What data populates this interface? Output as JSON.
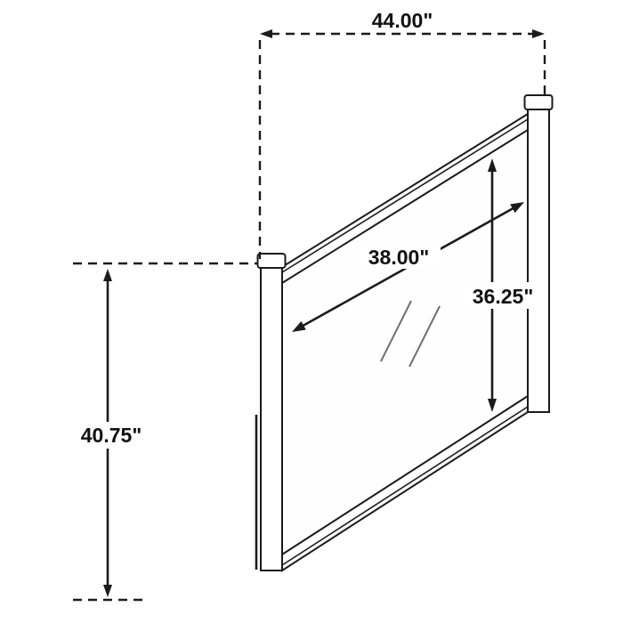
{
  "diagram": {
    "kind": "furniture-dimension-drawing",
    "labels": {
      "overall_width": "44.00\"",
      "overall_height": "40.75\"",
      "glass_width": "38.00\"",
      "glass_height": "36.25\""
    },
    "colors": {
      "line": "#1b1b1b",
      "background": "#ffffff"
    }
  }
}
